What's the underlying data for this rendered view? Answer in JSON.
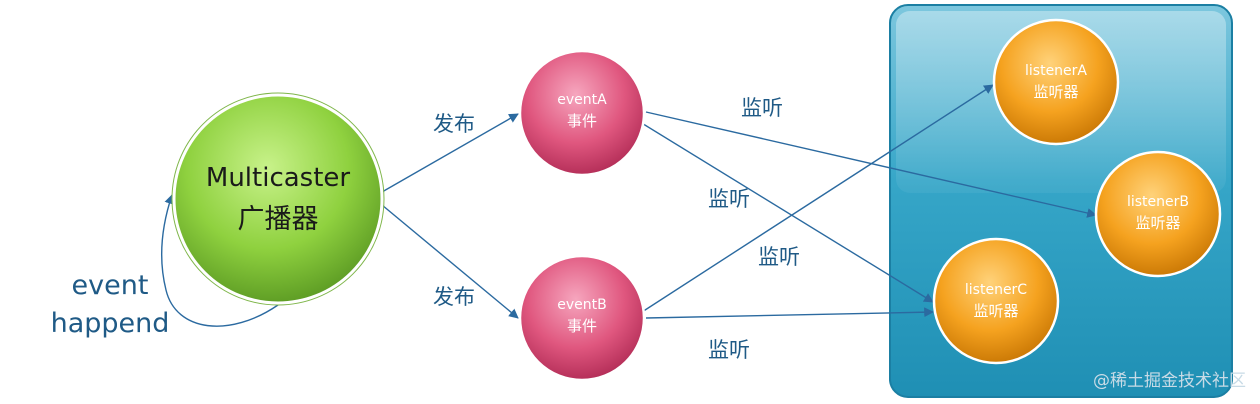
{
  "diagram": {
    "nodes": {
      "multicaster": {
        "line1": "Multicaster",
        "line2": "广播器"
      },
      "eventA": {
        "line1": "eventA",
        "line2": "事件"
      },
      "eventB": {
        "line1": "eventB",
        "line2": "事件"
      },
      "listenerA": {
        "line1": "listenerA",
        "line2": "监听器"
      },
      "listenerB": {
        "line1": "listenerB",
        "line2": "监听器"
      },
      "listenerC": {
        "line1": "listenerC",
        "line2": "监听器"
      }
    },
    "trigger": {
      "line1": "event",
      "line2": "happend"
    },
    "edges": {
      "publish_a": "发布",
      "publish_b": "发布",
      "listen_a_b": "监听",
      "listen_a_c": "监听",
      "listen_b_a": "监听",
      "listen_b_c": "监听"
    },
    "watermark": "@稀土掘金技术社区"
  },
  "colors": {
    "arrow": "#2b6aa0",
    "group_panel": "#2a9bbf",
    "multicaster": "#8fd13f",
    "event": "#e0577f",
    "listener": "#f5a21f"
  }
}
